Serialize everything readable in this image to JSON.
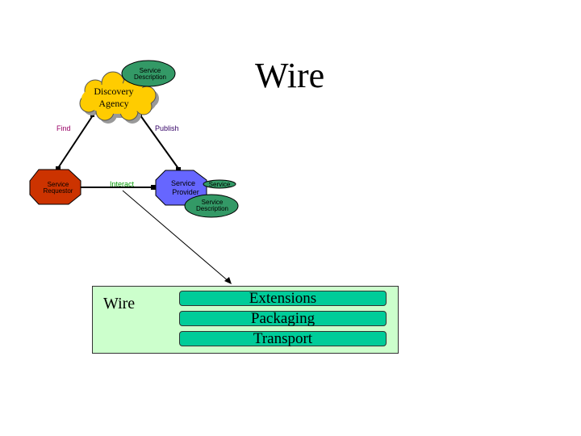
{
  "title": "Wire",
  "diagram": {
    "discovery_agency": {
      "label_line1": "Discovery",
      "label_line2": "Agency",
      "color": "#ffcc00"
    },
    "agency_service_description": {
      "line1": "Service",
      "line2": "Description",
      "color": "#339966"
    },
    "service_requestor": {
      "line1": "Service",
      "line2": "Requestor",
      "color": "#cc3300"
    },
    "service_provider": {
      "line1": "Service",
      "line2": "Provider",
      "color": "#6666ff"
    },
    "provider_service": {
      "label": "Service",
      "color": "#339966"
    },
    "provider_service_description": {
      "line1": "Service",
      "line2": "Description",
      "color": "#339966"
    },
    "edges": {
      "find": {
        "label": "Find",
        "color": "#990066"
      },
      "publish": {
        "label": "Publish",
        "color": "#330066"
      },
      "interact": {
        "label": "Interact",
        "color": "#009900"
      }
    }
  },
  "wire_stack": {
    "label": "Wire",
    "background": "#ccffcc",
    "layer_color": "#00cc99",
    "layers": [
      "Extensions",
      "Packaging",
      "Transport"
    ]
  }
}
